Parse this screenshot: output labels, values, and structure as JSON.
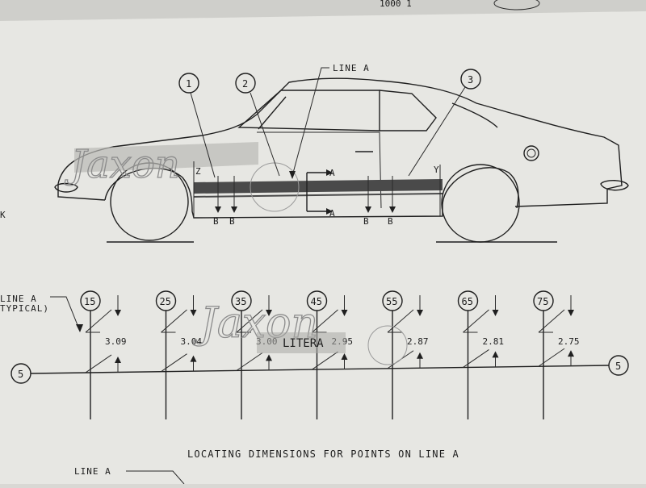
{
  "top_fragment": "1000 1",
  "watermark": {
    "word": "Jaxon",
    "badge": "LITERA"
  },
  "car_diagram": {
    "line_a_label": "LINE A",
    "callouts": [
      "1",
      "2",
      "3"
    ],
    "point_labels": {
      "z": "Z",
      "y": "Y",
      "arrow_a": "A",
      "point_b": "B"
    },
    "left_edge_letter": "K"
  },
  "dimension_diagram": {
    "line_a_typical": [
      "LINE A",
      "TYPICAL)"
    ],
    "end_markers": [
      "5",
      "5"
    ],
    "stations": [
      {
        "number": "15",
        "value": "3.09"
      },
      {
        "number": "25",
        "value": "3.04"
      },
      {
        "number": "35",
        "value": "3.00"
      },
      {
        "number": "45",
        "value": "2.95"
      },
      {
        "number": "55",
        "value": "2.87"
      },
      {
        "number": "65",
        "value": "2.81"
      },
      {
        "number": "75",
        "value": "2.75"
      }
    ]
  },
  "caption": "LOCATING DIMENSIONS FOR POINTS ON LINE A",
  "bottom_label": "LINE A"
}
